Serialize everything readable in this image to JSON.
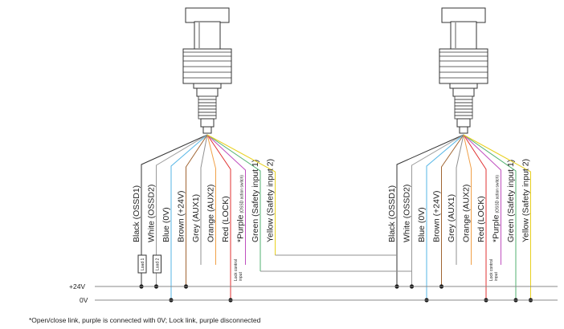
{
  "rails": {
    "plus": "+24V",
    "zero": "0V"
  },
  "colors": {
    "black": "#333333",
    "white": "#9a9a9a",
    "blue": "#55b6e6",
    "brown": "#a06432",
    "grey": "#909090",
    "orange": "#f0a048",
    "red": "#e03030",
    "purple": "#c050c0",
    "green": "#50b070",
    "yellow": "#e8d020",
    "rail": "#8a8a8a"
  },
  "left_device": {
    "wires": [
      {
        "key": "black",
        "label": "Black (OSSD1)"
      },
      {
        "key": "white",
        "label": "White (OSSD2)"
      },
      {
        "key": "blue",
        "label": "Blue (0V)"
      },
      {
        "key": "brown",
        "label": "Brown (+24V)"
      },
      {
        "key": "grey",
        "label": "Grey (AUX1)"
      },
      {
        "key": "orange",
        "label": "Orange (AUX2)"
      },
      {
        "key": "red",
        "label": "Red (LOCK)"
      },
      {
        "key": "purple",
        "label": "*Purple",
        "sub": "(OSSD action switch)"
      },
      {
        "key": "green",
        "label": "Green (Safety input 1)"
      },
      {
        "key": "yellow",
        "label": "Yellow (Safety input 2)"
      }
    ],
    "load_labels": [
      "Load 1",
      "Load 2"
    ],
    "lock_note": [
      "Lock control",
      "input"
    ]
  },
  "right_device": {
    "wires": [
      {
        "key": "black",
        "label": "Black (OSSD1)"
      },
      {
        "key": "white",
        "label": "White (OSSD2)"
      },
      {
        "key": "blue",
        "label": "Blue (0V)"
      },
      {
        "key": "brown",
        "label": "Brown (+24V)"
      },
      {
        "key": "grey",
        "label": "Grey (AUX1)"
      },
      {
        "key": "orange",
        "label": "Orange (AUX2)"
      },
      {
        "key": "red",
        "label": "Red (LOCK)"
      },
      {
        "key": "purple",
        "label": "*Purple",
        "sub": "(OSSD action switch)"
      },
      {
        "key": "green",
        "label": "Green (Safety input 1)"
      },
      {
        "key": "yellow",
        "label": "Yellow (Safety input 2)"
      }
    ],
    "lock_note": [
      "Lock control",
      "input"
    ]
  },
  "footnote": "*Open/close link, purple is connected with 0V; Lock link, purple disconnected"
}
